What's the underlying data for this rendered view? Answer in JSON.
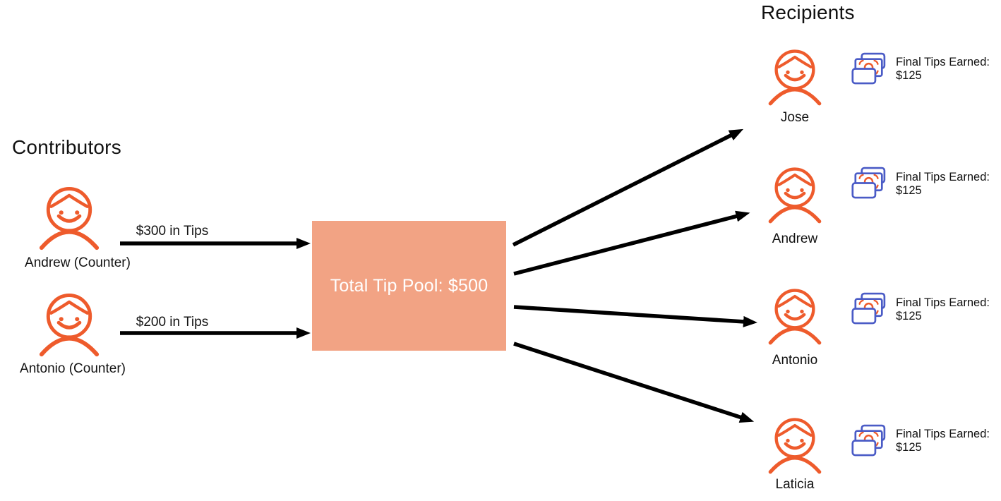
{
  "colors": {
    "person_orange": "#EE5B2C",
    "pool_salmon": "#F2A384",
    "money_blue": "#4A5BC6",
    "arrow_black": "#000000",
    "pool_text_white": "#FFFFFF",
    "text_black": "#111111"
  },
  "icons": {
    "person": "person-icon",
    "money": "banknotes-icon",
    "arrow": "arrow-right-icon"
  },
  "contributors": {
    "heading": "Contributors",
    "items": [
      {
        "name": "Andrew (Counter)",
        "arrow_label": "$300 in Tips"
      },
      {
        "name": "Antonio (Counter)",
        "arrow_label": "$200 in Tips"
      }
    ]
  },
  "pool": {
    "label": "Total Tip Pool: $500"
  },
  "recipients": {
    "heading": "Recipients",
    "items": [
      {
        "name": "Jose",
        "earned_label": "Final Tips Earned:",
        "earned_value": "$125"
      },
      {
        "name": "Andrew",
        "earned_label": "Final Tips Earned:",
        "earned_value": "$125"
      },
      {
        "name": "Antonio",
        "earned_label": "Final Tips Earned:",
        "earned_value": "$125"
      },
      {
        "name": "Laticia",
        "earned_label": "Final Tips Earned:",
        "earned_value": "$125"
      }
    ]
  }
}
